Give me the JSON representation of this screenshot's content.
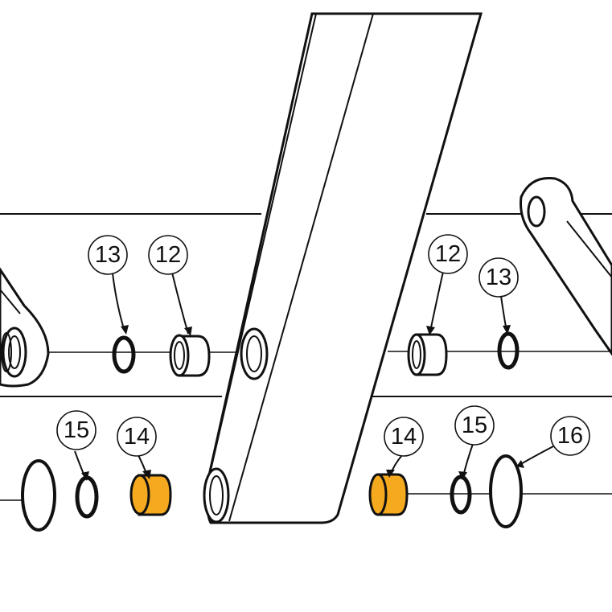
{
  "diagram": {
    "callouts": [
      {
        "id": "c13-left",
        "label": "13"
      },
      {
        "id": "c12-left",
        "label": "12"
      },
      {
        "id": "c15-left",
        "label": "15"
      },
      {
        "id": "c14-left",
        "label": "14"
      },
      {
        "id": "c12-right",
        "label": "12"
      },
      {
        "id": "c13-right",
        "label": "13"
      },
      {
        "id": "c14-right",
        "label": "14"
      },
      {
        "id": "c15-right",
        "label": "15"
      },
      {
        "id": "c16-right",
        "label": "16"
      }
    ],
    "colors": {
      "highlight_bushing": "#F5A91F",
      "line": "#111111",
      "background": "#FFFFFF"
    }
  }
}
